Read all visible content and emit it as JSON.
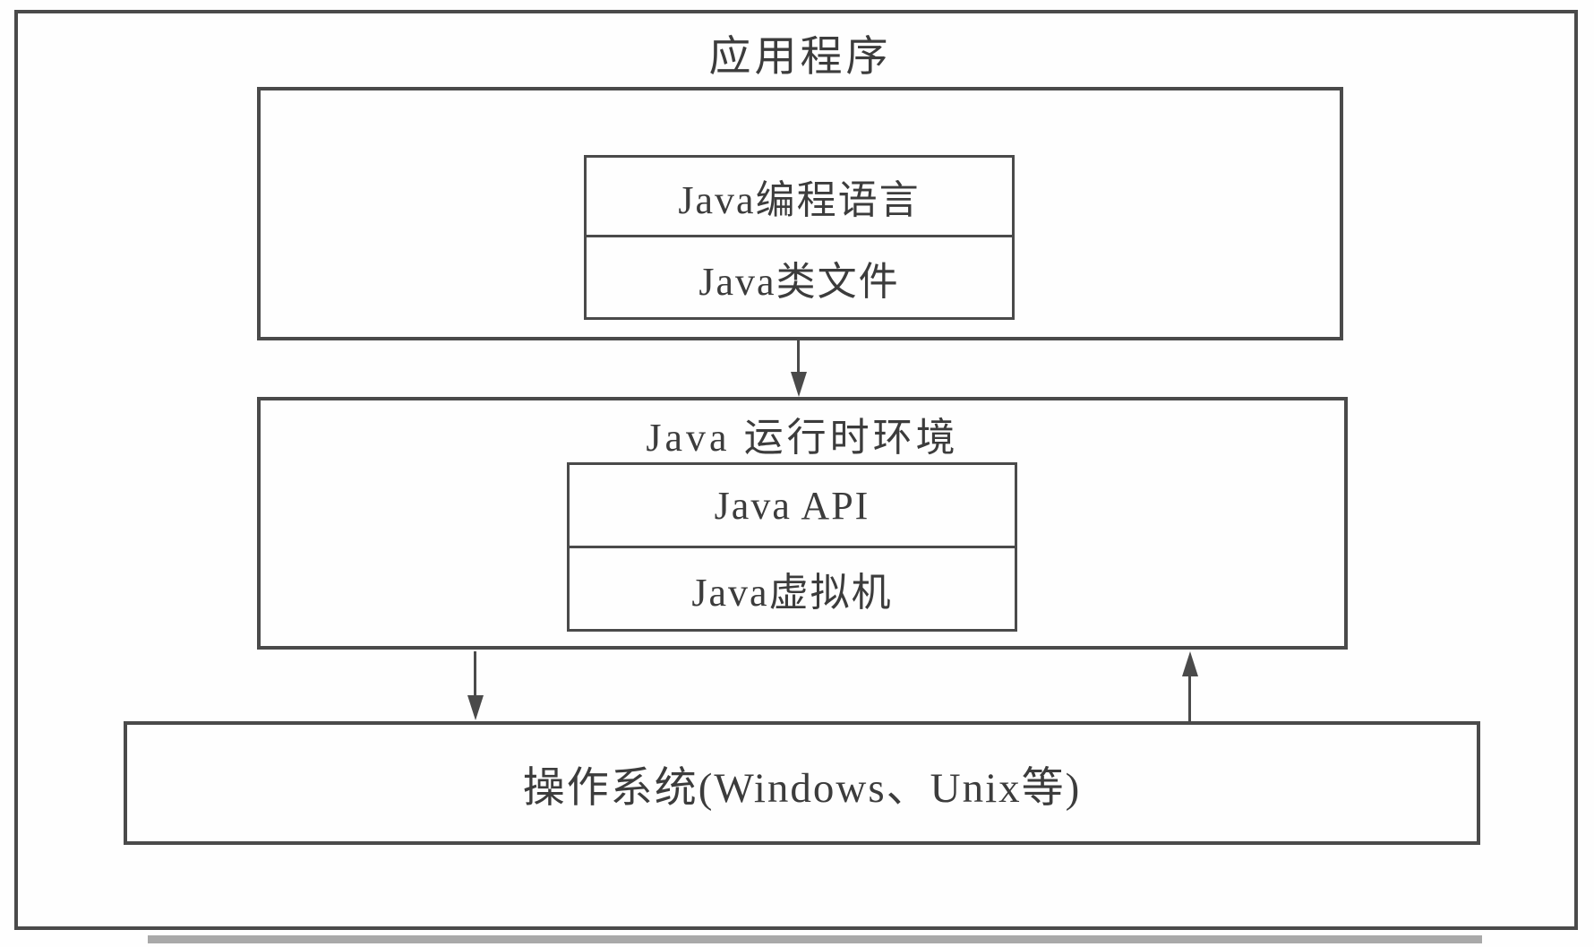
{
  "diagram": {
    "title": "应用程序",
    "application": {
      "language_label": "Java编程语言",
      "class_file_label": "Java类文件"
    },
    "jre": {
      "title": "Java 运行时环境",
      "api_label": "Java API",
      "jvm_label": "Java虚拟机"
    },
    "os": {
      "label": "操作系统(Windows、Unix等)"
    },
    "colors": {
      "line": "#4a4a4a",
      "text": "#3c3c3c",
      "background": "#fefefe",
      "scan_bar": "#a9a9a9"
    }
  }
}
